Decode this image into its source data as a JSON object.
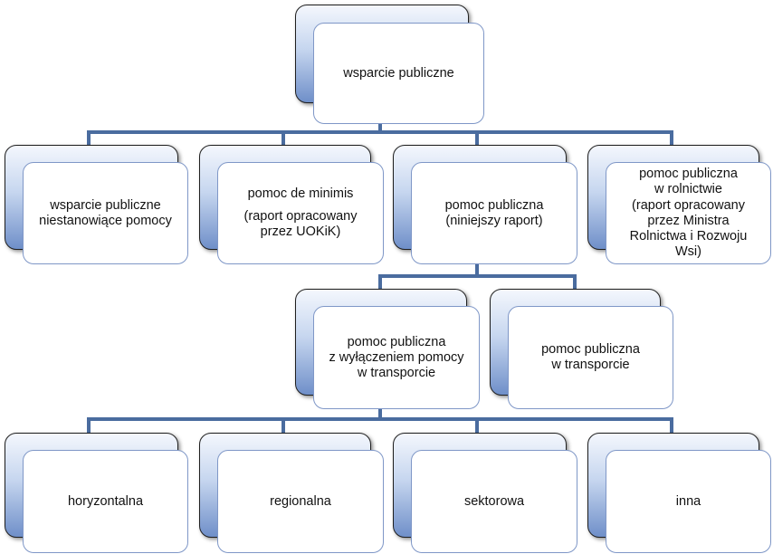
{
  "diagram": {
    "connector_color": "#4a6c9f",
    "root": {
      "label": "wsparcie publiczne"
    },
    "level1": [
      {
        "line1": "wsparcie publiczne",
        "line2": "niestanowiące pomocy"
      },
      {
        "line1": "pomoc de minimis",
        "line2": "(raport opracowany",
        "line3": "przez UOKiK)"
      },
      {
        "line1": "pomoc publiczna",
        "line2": "(niniejszy raport)"
      },
      {
        "line1": "pomoc publiczna",
        "line2": "w rolnictwie",
        "line3": "(raport opracowany",
        "line4": "przez Ministra",
        "line5": "Rolnictwa i Rozwoju",
        "line6": "Wsi)"
      }
    ],
    "level2": [
      {
        "line1": "pomoc publiczna",
        "line2": "z wyłączeniem pomocy",
        "line3": "w transporcie"
      },
      {
        "line1": "pomoc publiczna",
        "line2": "w transporcie"
      }
    ],
    "level3": [
      {
        "label": "horyzontalna"
      },
      {
        "label": "regionalna"
      },
      {
        "label": "sektorowa"
      },
      {
        "label": "inna"
      }
    ]
  }
}
